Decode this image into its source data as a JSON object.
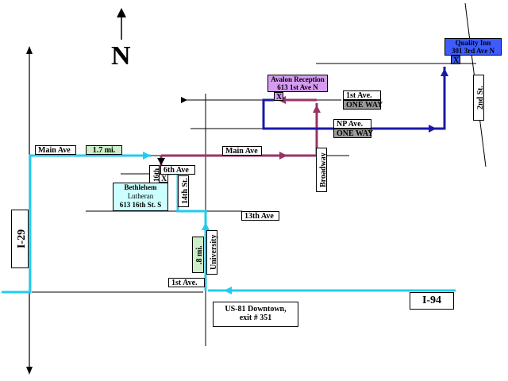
{
  "compass": {
    "letter": "N"
  },
  "highways": {
    "i29": "I-29",
    "i94": "I-94",
    "us81": "US-81 Downtown,",
    "us81_exit": "exit # 351"
  },
  "streets": {
    "main_ave": "Main Ave",
    "main_ave_2": "Main Ave",
    "sixteenth_st": "16th",
    "sixth_ave": "6th Ave",
    "fourteenth_st": "14th St.",
    "thirteenth_ave": "13th Ave",
    "first_ave_south": "1st Ave.",
    "university": "University",
    "broadway": "Broadway",
    "first_ave_n": "1st Ave.",
    "oneway_1": "ONE WAY",
    "np_ave": "NP Ave.",
    "oneway_2": "ONE WAY",
    "second_st": "2nd St."
  },
  "distances": {
    "d1": "1.7 mi.",
    "d2": ".8 mi."
  },
  "places": {
    "bethlehem_name": "Bethlehem",
    "bethlehem_sub": "Lutheran",
    "bethlehem_addr": "613 16th St. S",
    "avalon_name": "Avalon Reception",
    "avalon_addr": "613 1st Ave N",
    "quality_name": "Quality Inn",
    "quality_addr": "301 3rd Ave N",
    "marker": "X"
  },
  "colors": {
    "route_cyan": "#22ccee",
    "route_maroon": "#993366",
    "route_blue": "#1a1aaa"
  }
}
